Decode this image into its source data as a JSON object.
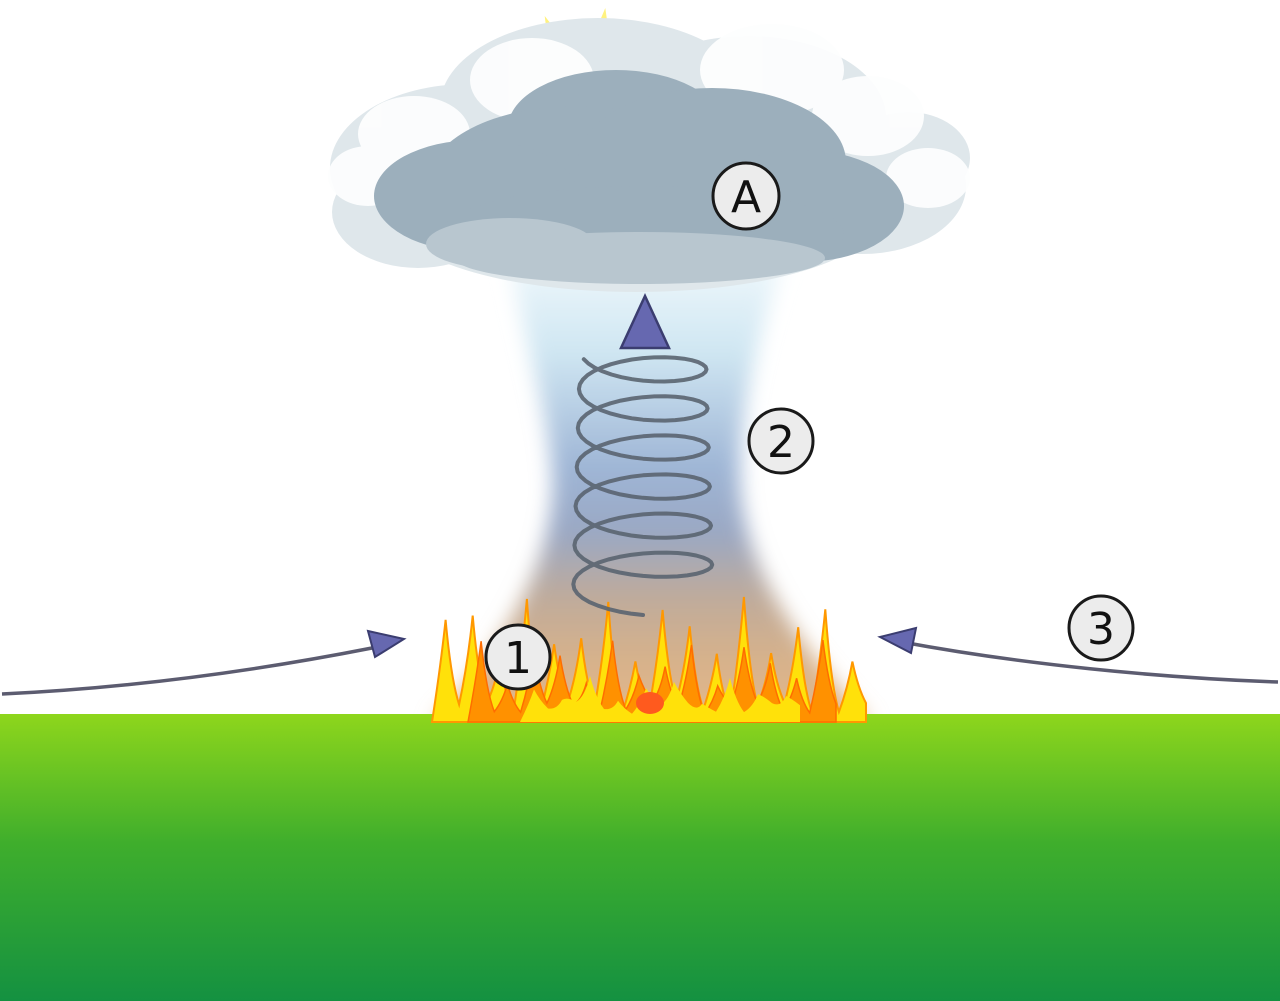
{
  "diagram": {
    "labels": {
      "cloud": "A",
      "fire": "1",
      "updraft": "2",
      "inflow": "3"
    },
    "colors": {
      "sun": "#ffe400",
      "sun_glow": "#fff068",
      "cloud_core": "#9cafbc",
      "cloud_fringe": "#dfe7eb",
      "spiral": "#5a6470",
      "arrow_fill": "#6668b0",
      "arrow_stroke": "#3b3d70",
      "flow_line": "#5c5c70",
      "flame_outer": "#ffe10a",
      "flame_inner": "#ff9100",
      "flame_core": "#ff5a1e",
      "label_fill": "#ececec",
      "label_stroke": "#1a1a1a",
      "ground_top": "#8ed61c",
      "ground_bottom": "#149141"
    }
  }
}
